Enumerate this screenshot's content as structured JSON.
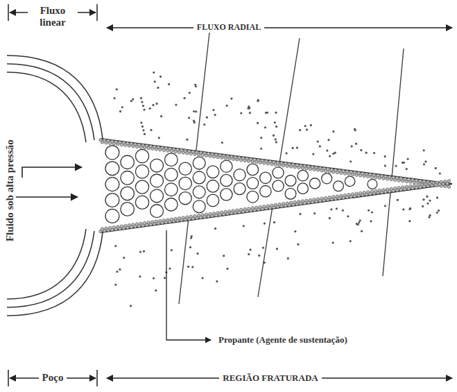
{
  "diagram": {
    "labels": [
      "Fluxo linear",
      "FLUXO RADIAL",
      "Fluido sob alta pressão",
      "Propante (Agente de sustentação)",
      "Poço",
      "REGIÃO FRATURADA"
    ]
  }
}
